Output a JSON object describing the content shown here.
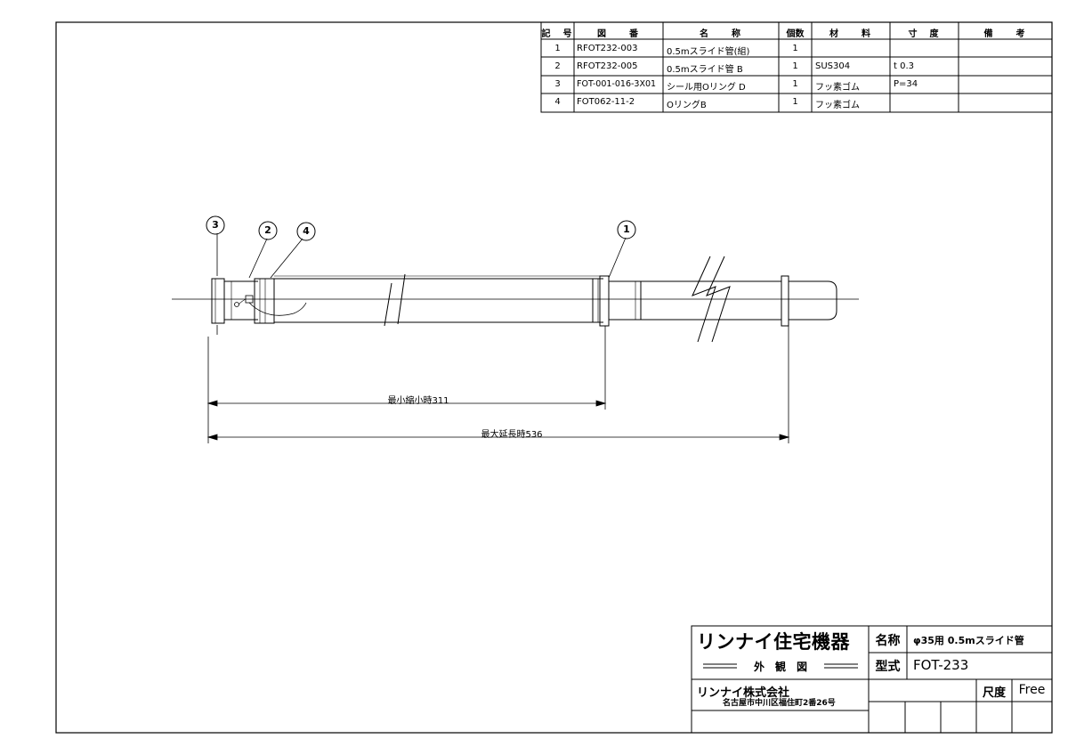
{
  "parts_table": {
    "headers": [
      "記　号",
      "図　　番",
      "名　　称",
      "個数",
      "材　　料",
      "寸　度",
      "備　　考"
    ],
    "rows": [
      {
        "no": "1",
        "drawing": "RFOT232-003",
        "name": "0.5mスライド管(組)",
        "qty": "1",
        "material": "",
        "size": "",
        "note": ""
      },
      {
        "no": "2",
        "drawing": "RFOT232-005",
        "name": "0.5mスライド管 B",
        "qty": "1",
        "material": "SUS304",
        "size": "t 0.3",
        "note": ""
      },
      {
        "no": "3",
        "drawing": "FOT-001-016-3X01",
        "name": "シール用Oリング D",
        "qty": "1",
        "material": "フッ素ゴム",
        "size": "P=34",
        "note": ""
      },
      {
        "no": "4",
        "drawing": "FOT062-11-2",
        "name": "OリングB",
        "qty": "1",
        "material": "フッ素ゴム",
        "size": "",
        "note": ""
      }
    ]
  },
  "drawing": {
    "balloons": [
      "3",
      "2",
      "4",
      "1"
    ],
    "dim_min": "最小縮小時311",
    "dim_max": "最大延長時536"
  },
  "title_block": {
    "company_logo": "リンナイ住宅機器",
    "view_label": "外　観　図",
    "company_name": "リンナイ株式会社",
    "address": "名古屋市中川区福住町2番26号",
    "name_label": "名称",
    "name_value": "φ35用 0.5mスライド管",
    "model_label": "型式",
    "model_value": "FOT-233",
    "scale_label": "尺度",
    "scale_value": "Free"
  }
}
